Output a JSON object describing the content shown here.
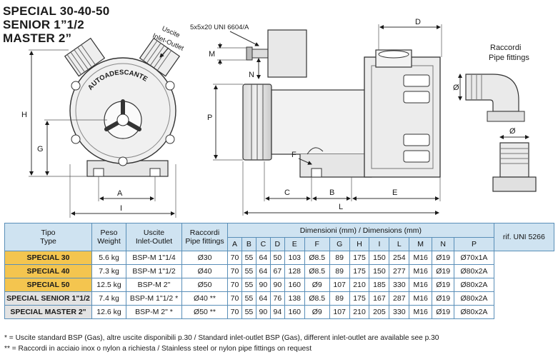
{
  "titles": [
    "SPECIAL  30-40-50",
    "SENIOR 1”1/2",
    " MASTER 2”"
  ],
  "drawing": {
    "outlet_label": [
      "Uscite",
      "Inlet-Outlet"
    ],
    "pump_label": "AUTOADESCANTE",
    "key_label": "5x5x20 UNI 6604/A",
    "fittings_label": [
      "Raccordi",
      "Pipe fittings"
    ],
    "dims": {
      "H": "H",
      "G": "G",
      "A": "A",
      "I": "I",
      "M": "M",
      "N": "N",
      "P": "P",
      "D": "D",
      "F": "F",
      "C": "C",
      "B": "B",
      "E": "E",
      "L": "L",
      "O1": "Ø",
      "O2": "Ø"
    }
  },
  "table": {
    "headers": {
      "tipo": [
        "Tipo",
        "Type"
      ],
      "peso": [
        "Peso",
        "Weight"
      ],
      "uscite": [
        "Uscite",
        "Inlet-Outlet"
      ],
      "raccordi": [
        "Raccordi",
        "Pipe fittings"
      ],
      "dimensioni": "Dimensioni (mm) / Dimensions (mm)",
      "cols": [
        "A",
        "B",
        "C",
        "D",
        "E",
        "F",
        "G",
        "H",
        "I",
        "L",
        "M",
        "N",
        "P"
      ]
    },
    "rif": "rif. UNI 5266",
    "rows": [
      {
        "name": "SPECIAL 30",
        "weight": "5.6 kg",
        "outlet": "BSP-M 1\"1/4",
        "fitting": "Ø30",
        "dims": [
          "70",
          "55",
          "64",
          "50",
          "103",
          "Ø8.5",
          "89",
          "175",
          "150",
          "254",
          "M16",
          "Ø19",
          "Ø70x1A"
        ]
      },
      {
        "name": "SPECIAL 40",
        "weight": "7.3 kg",
        "outlet": "BSP-M 1\"1/2",
        "fitting": "Ø40",
        "dims": [
          "70",
          "55",
          "64",
          "67",
          "128",
          "Ø8.5",
          "89",
          "175",
          "150",
          "277",
          "M16",
          "Ø19",
          "Ø80x2A"
        ]
      },
      {
        "name": "SPECIAL 50",
        "weight": "12.5 kg",
        "outlet": "BSP-M 2\"",
        "fitting": "Ø50",
        "dims": [
          "70",
          "55",
          "90",
          "90",
          "160",
          "Ø9",
          "107",
          "210",
          "185",
          "330",
          "M16",
          "Ø19",
          "Ø80x2A"
        ]
      },
      {
        "name": "SPECIAL SENIOR 1\"1/2",
        "weight": "7.4 kg",
        "outlet": "BSP-M 1\"1/2 *",
        "fitting": "Ø40 **",
        "dims": [
          "70",
          "55",
          "64",
          "76",
          "138",
          "Ø8.5",
          "89",
          "175",
          "167",
          "287",
          "M16",
          "Ø19",
          "Ø80x2A"
        ]
      },
      {
        "name": "SPECIAL MASTER 2\"",
        "weight": "12.6 kg",
        "outlet": "BSP-M 2\" *",
        "fitting": "Ø50 **",
        "dims": [
          "70",
          "55",
          "90",
          "94",
          "160",
          "Ø9",
          "107",
          "210",
          "205",
          "330",
          "M16",
          "Ø19",
          "Ø80x2A"
        ]
      }
    ]
  },
  "notes": [
    "* = Uscite standard BSP (Gas), altre uscite disponibili p.30 / Standard inlet-outlet BSP (Gas), different inlet-outlet are available see p.30",
    "** = Raccordi in acciaio inox o nylon a richiesta / Stainless steel or nylon pipe fittings on request"
  ]
}
